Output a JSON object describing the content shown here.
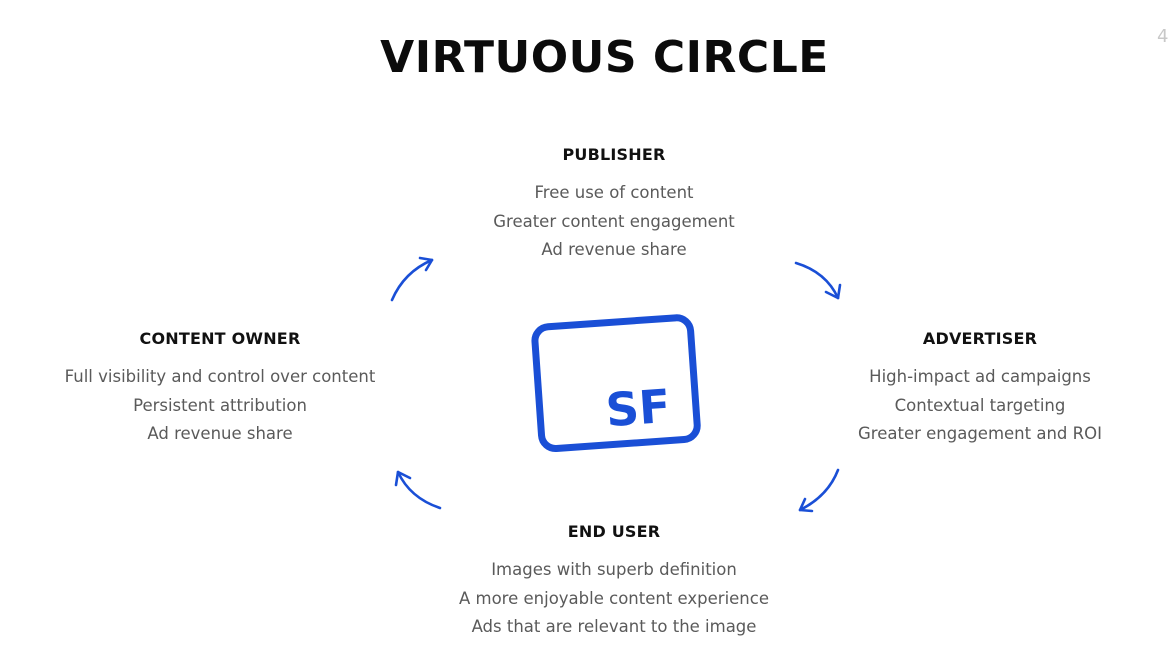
{
  "title": "VIRTUOUS CIRCLE",
  "colors": {
    "accent": "#1a4fd6",
    "heading": "#111111",
    "body_text": "#5a5a5a",
    "background": "#ffffff"
  },
  "logo": {
    "text": "SF",
    "icon": "sf-logo-card-icon"
  },
  "nodes": {
    "publisher": {
      "heading": "PUBLISHER",
      "lines": [
        "Free use of content",
        "Greater content engagement",
        "Ad revenue share"
      ]
    },
    "content_owner": {
      "heading": "CONTENT OWNER",
      "lines": [
        "Full visibility and control over content",
        "Persistent attribution",
        "Ad revenue share"
      ]
    },
    "advertiser": {
      "heading": "ADVERTISER",
      "lines": [
        "High-impact ad campaigns",
        "Contextual targeting",
        "Greater engagement and ROI"
      ]
    },
    "end_user": {
      "heading": "END USER",
      "lines": [
        "Images with superb definition",
        "A more enjoyable content experience",
        "Ads that are relevant to the image"
      ]
    }
  },
  "arrows": [
    {
      "icon": "curved-arrow-icon",
      "from": "content_owner",
      "to": "publisher"
    },
    {
      "icon": "curved-arrow-icon",
      "from": "publisher",
      "to": "advertiser"
    },
    {
      "icon": "curved-arrow-icon",
      "from": "advertiser",
      "to": "end_user"
    },
    {
      "icon": "curved-arrow-icon",
      "from": "end_user",
      "to": "content_owner"
    }
  ]
}
